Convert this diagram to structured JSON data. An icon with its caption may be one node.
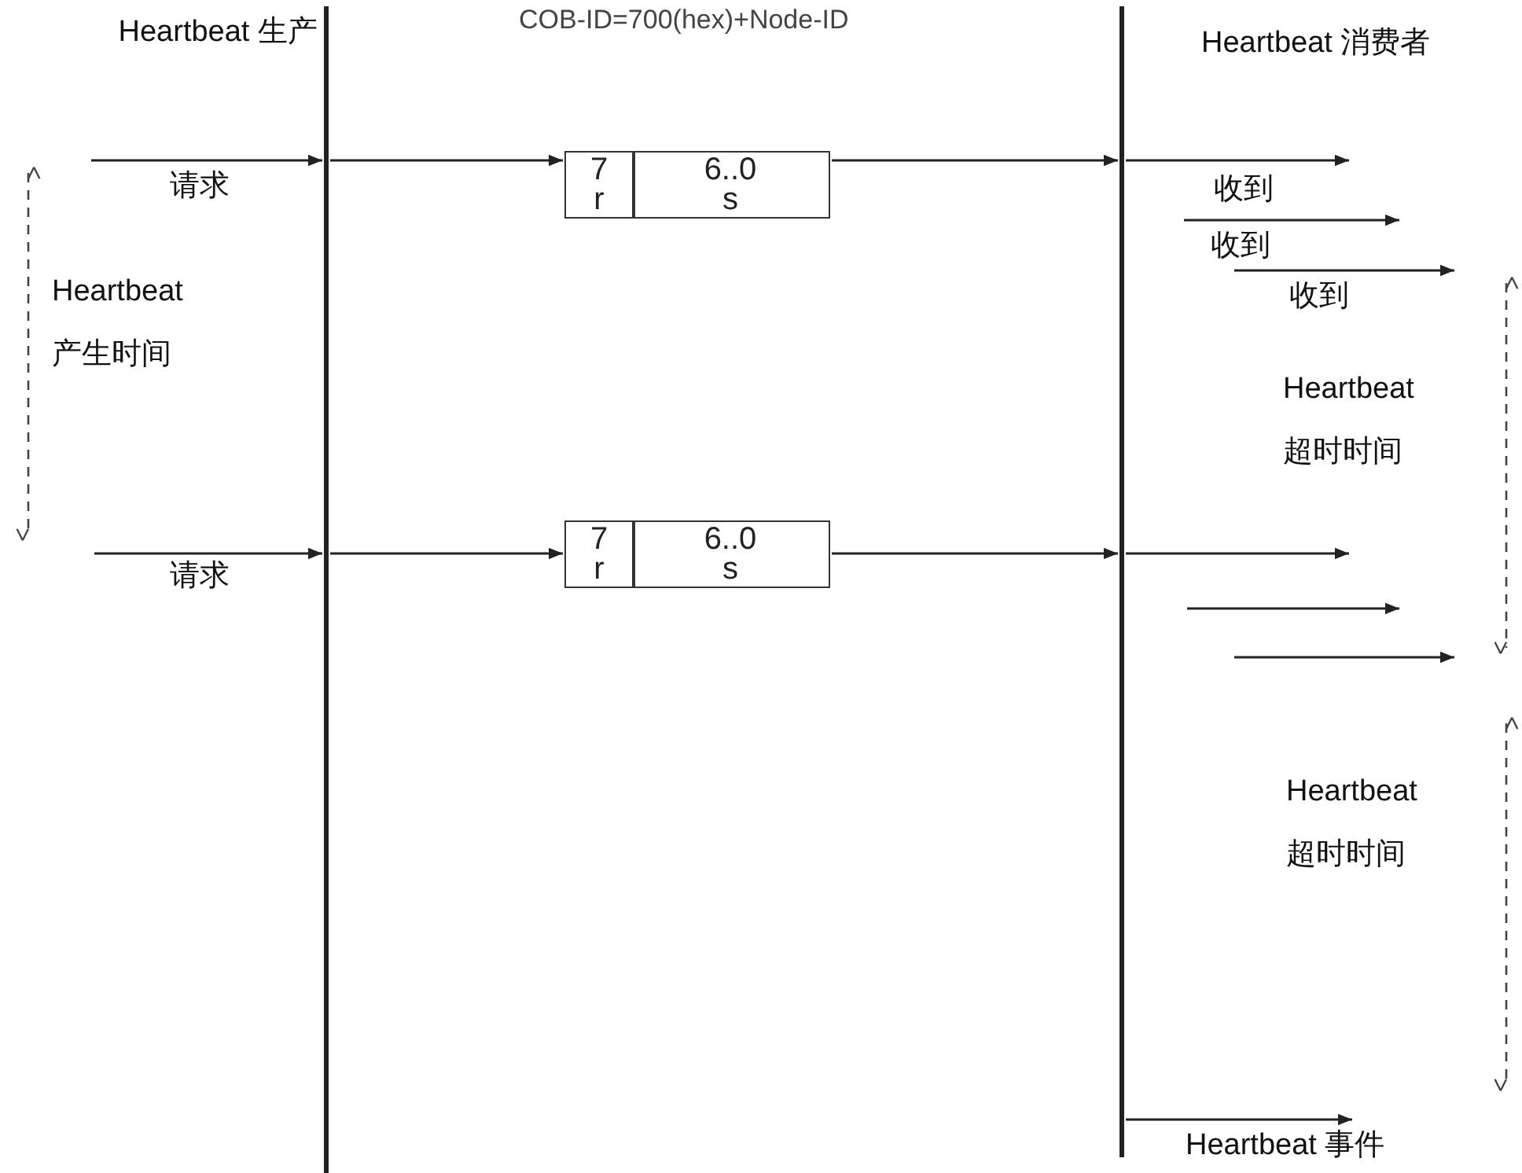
{
  "diagram": {
    "title": "COB-ID=700(hex)+Node-ID",
    "nodes": [
      {
        "text": [
          "Heartbeat 生产"
        ]
      },
      {
        "text": [
          "Heartbeat 消费者"
        ]
      },
      {
        "text": [
          "7",
          "r",
          "6..0",
          "s"
        ]
      },
      {
        "text": [
          "7",
          "r",
          "6..0",
          "s"
        ]
      }
    ],
    "edges": [
      {
        "from": null,
        "to": 0,
        "arrow": "to",
        "label": "请求"
      },
      {
        "from": 0,
        "to": 2,
        "arrow": "to"
      },
      {
        "from": 2,
        "to": 1,
        "arrow": "to"
      },
      {
        "from": 1,
        "to": null,
        "arrow": "to",
        "label": "收到"
      },
      {
        "from": null,
        "to": 0,
        "arrow": "to",
        "label": "请求"
      },
      {
        "from": 0,
        "to": 3,
        "arrow": "to"
      },
      {
        "from": 3,
        "to": 1,
        "arrow": "to"
      },
      {
        "from": 1,
        "to": null,
        "arrow": "to"
      },
      {
        "from": 1,
        "to": null,
        "arrow": "to",
        "label": "Heartbeat 事件"
      }
    ],
    "labels": [
      "Heartbeat 产生时间",
      "收到",
      "收到",
      "Heartbeat 超时时间",
      "Heartbeat 超时时间"
    ]
  }
}
